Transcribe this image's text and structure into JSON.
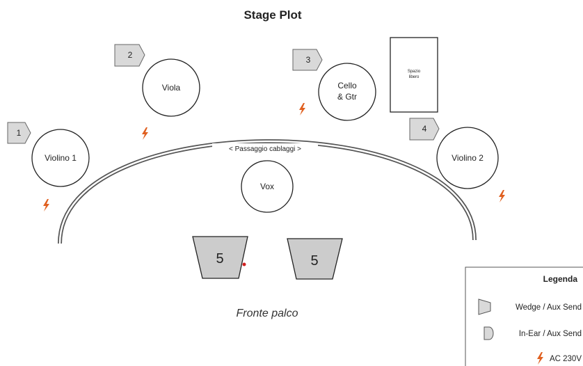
{
  "title": "Stage Plot",
  "musicians": [
    {
      "name": "Violino 1",
      "wedge": "1"
    },
    {
      "name": "Viola",
      "wedge": "2"
    },
    {
      "name": "Cello\n& Gtr",
      "wedge": "3"
    },
    {
      "name": "Violino 2",
      "wedge": "4"
    },
    {
      "name": "Vox"
    }
  ],
  "cello_lines": [
    "Cello",
    "& Gtr"
  ],
  "free_space_lines": [
    "Spazio",
    "libero"
  ],
  "cable_passage": "< Passaggio cablaggi >",
  "front_wedges": [
    "5",
    "5"
  ],
  "stage_front": "Fronte palco",
  "legend": {
    "title": "Legenda",
    "items": [
      {
        "icon": "wedge-icon",
        "label": "Wedge / Aux Send"
      },
      {
        "icon": "in-ear-icon",
        "label": "In-Ear / Aux Send"
      },
      {
        "icon": "power-icon",
        "label": "AC 230V"
      }
    ]
  },
  "colors": {
    "power": "#e06020",
    "dot": "#d02020",
    "wedge_fill": "#d9d9d9",
    "front_wedge_fill": "#cccccc"
  }
}
